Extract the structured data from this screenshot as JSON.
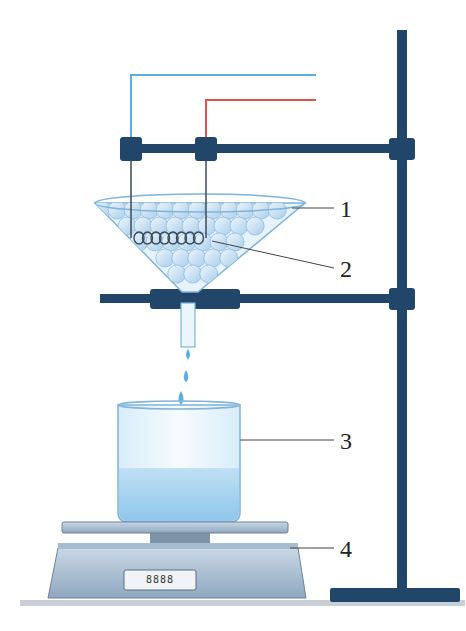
{
  "diagram": {
    "labels": [
      "1",
      "2",
      "3",
      "4",
      "8888"
    ]
  }
}
